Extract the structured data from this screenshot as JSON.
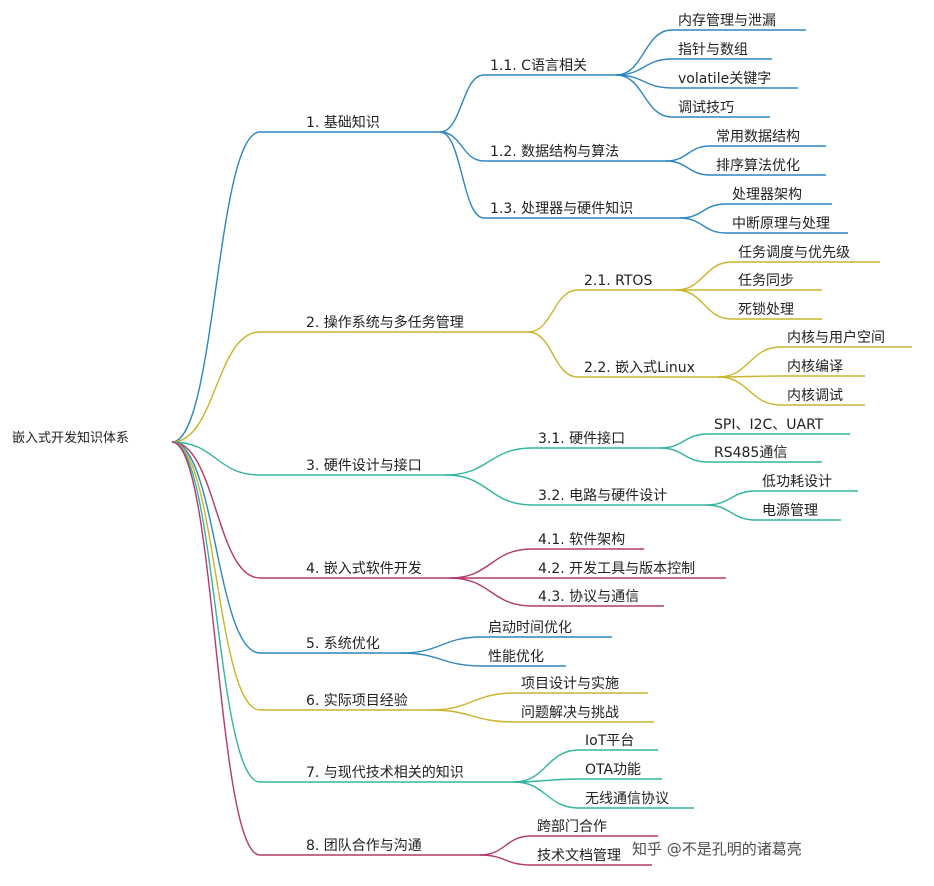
{
  "mindmap": {
    "root": "嵌入式开发知识体系",
    "branch_colors": [
      "#2e86c1",
      "#c9b52c",
      "#33b5a0",
      "#b23a6b",
      "#2e86c1",
      "#c9b52c",
      "#33b5a0",
      "#b23a6b"
    ],
    "branches": [
      {
        "label": "1. 基础知识",
        "children": [
          {
            "label": "1.1. C语言相关",
            "children": [
              "内存管理与泄漏",
              "指针与数组",
              "volatile关键字",
              "调试技巧"
            ]
          },
          {
            "label": "1.2. 数据结构与算法",
            "children": [
              "常用数据结构",
              "排序算法优化"
            ]
          },
          {
            "label": "1.3. 处理器与硬件知识",
            "children": [
              "处理器架构",
              "中断原理与处理"
            ]
          }
        ]
      },
      {
        "label": "2. 操作系统与多任务管理",
        "children": [
          {
            "label": "2.1. RTOS",
            "children": [
              "任务调度与优先级",
              "任务同步",
              "死锁处理"
            ]
          },
          {
            "label": "2.2. 嵌入式Linux",
            "children": [
              "内核与用户空间",
              "内核编译",
              "内核调试"
            ]
          }
        ]
      },
      {
        "label": "3. 硬件设计与接口",
        "children": [
          {
            "label": "3.1. 硬件接口",
            "children": [
              "SPI、I2C、UART",
              "RS485通信"
            ]
          },
          {
            "label": "3.2. 电路与硬件设计",
            "children": [
              "低功耗设计",
              "电源管理"
            ]
          }
        ]
      },
      {
        "label": "4. 嵌入式软件开发",
        "children": [
          {
            "label": "4.1. 软件架构",
            "children": []
          },
          {
            "label": "4.2. 开发工具与版本控制",
            "children": []
          },
          {
            "label": "4.3. 协议与通信",
            "children": []
          }
        ]
      },
      {
        "label": "5. 系统优化",
        "children": [
          {
            "label": "启动时间优化",
            "children": []
          },
          {
            "label": "性能优化",
            "children": []
          }
        ]
      },
      {
        "label": "6. 实际项目经验",
        "children": [
          {
            "label": "项目设计与实施",
            "children": []
          },
          {
            "label": "问题解决与挑战",
            "children": []
          }
        ]
      },
      {
        "label": "7. 与现代技术相关的知识",
        "children": [
          {
            "label": "IoT平台",
            "children": []
          },
          {
            "label": "OTA功能",
            "children": []
          },
          {
            "label": "无线通信协议",
            "children": []
          }
        ]
      },
      {
        "label": "8. 团队合作与沟通",
        "children": [
          {
            "label": "跨部门合作",
            "children": []
          },
          {
            "label": "技术文档管理",
            "children": []
          }
        ]
      }
    ]
  },
  "watermark": "知乎 @不是孔明的诸葛亮"
}
